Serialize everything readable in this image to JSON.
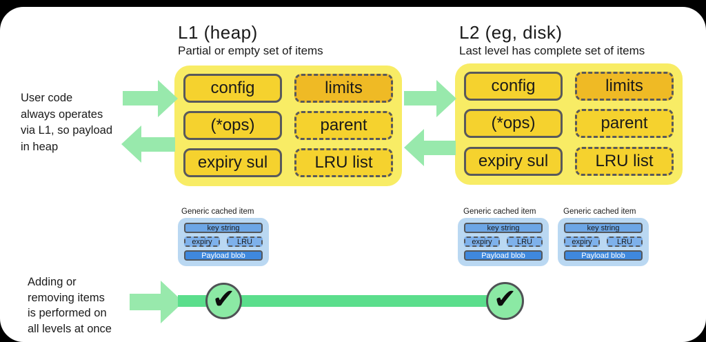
{
  "colors": {
    "frame_bg": "#000000",
    "panel_bg": "#ffffff",
    "level_bg": "#f8ec65",
    "field_gold": "#f5d22e",
    "field_gold_dark": "#efba25",
    "border_gray": "#58595b",
    "arrow_green": "#98e9ac",
    "bar_green": "#5bde8c",
    "check_green": "#8be9a4",
    "card_bg": "#bad8f2",
    "chip_blue": "#6ca6e6",
    "chip_blue_light": "#7eb1eb",
    "chip_blue_dark": "#3f88dd"
  },
  "left_note": {
    "lines": [
      "User code",
      "always operates",
      "via L1, so payload",
      "in heap"
    ]
  },
  "bottom_note": {
    "lines": [
      "Adding or",
      "removing items",
      "is performed on",
      "all levels at once"
    ]
  },
  "l1": {
    "title": "L1 (heap)",
    "subtitle": "Partial or empty set of items",
    "fields": [
      {
        "label": "config"
      },
      {
        "label": "limits"
      },
      {
        "label": "(*ops)"
      },
      {
        "label": "parent"
      },
      {
        "label": "expiry sul"
      },
      {
        "label": "LRU list"
      }
    ]
  },
  "l2": {
    "title": "L2 (eg, disk)",
    "subtitle": "Last level has complete set of items",
    "fields": [
      {
        "label": "config"
      },
      {
        "label": "limits"
      },
      {
        "label": "(*ops)"
      },
      {
        "label": "parent"
      },
      {
        "label": "expiry sul"
      },
      {
        "label": "LRU list"
      }
    ]
  },
  "cached_item": {
    "label": "Generic cached item",
    "key": "key string",
    "expiry": "expiry",
    "lru": "LRU",
    "payload": "Payload blob"
  },
  "icons": {
    "check": "✔"
  }
}
